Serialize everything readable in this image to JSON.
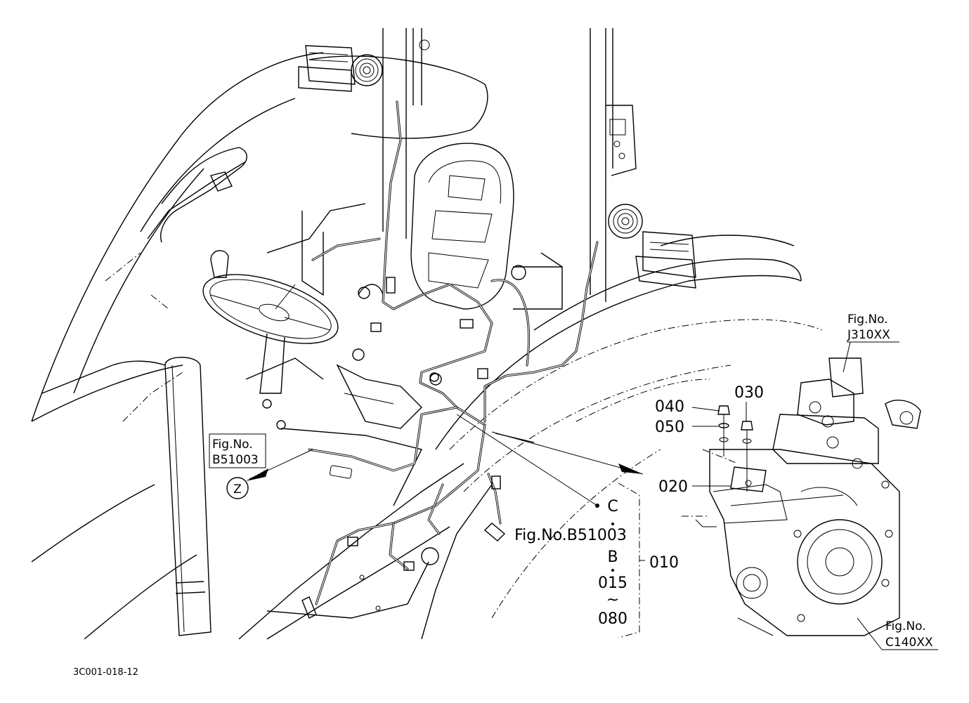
{
  "drawing_code": "3C001-018-12",
  "refs": {
    "j310": {
      "line1": "Fig.No.",
      "line2": "J310XX"
    },
    "b51003_left": {
      "line1": "Fig.No.",
      "line2": "B51003"
    },
    "c140": {
      "line1": "Fig.No.",
      "line2": "C140XX"
    },
    "z_marker": "Z"
  },
  "parts": {
    "p040": "040",
    "p050": "050",
    "p030": "030",
    "p020": "020",
    "p010": "010"
  },
  "group": {
    "c": "C",
    "fig": "Fig.No.B51003",
    "b": "B",
    "range_start": "015",
    "tilde": "~",
    "range_end": "080"
  },
  "icons": [
    "horn-icon",
    "lamp-icon",
    "seat-icon",
    "steering-wheel-icon",
    "gear-housing-icon",
    "rops-frame-icon",
    "muffler-icon",
    "bolt-icon",
    "washer-icon",
    "bracket-icon"
  ]
}
